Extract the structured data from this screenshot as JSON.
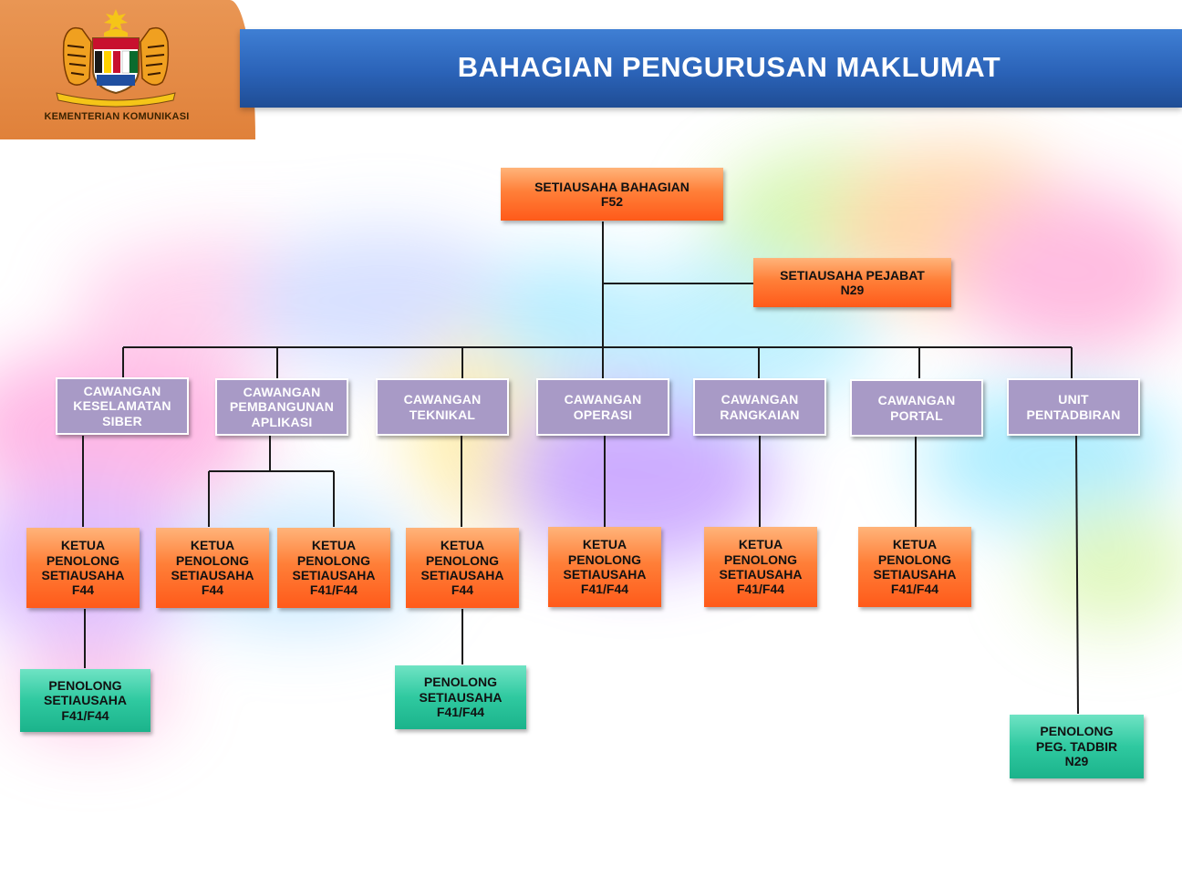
{
  "header": {
    "title": "BAHAGIAN PENGURUSAN MAKLUMAT",
    "ministry": "KEMENTERIAN KOMUNIKASI"
  },
  "colors": {
    "header": "#2b63b8",
    "crest_bg": "#e0813a",
    "orange_box": "#ff6a2a",
    "purple_box": "#a89ac6",
    "green_box": "#2fc9a0"
  },
  "org": {
    "head": "SETIAUSAHA BAHAGIAN\nF52",
    "office_secretary": "SETIAUSAHA PEJABAT\nN29",
    "branches": [
      {
        "name": "CAWANGAN\nKESELAMATAN\nSIBER",
        "posts": [
          "KETUA\nPENOLONG\nSETIAUSAHA\nF44"
        ],
        "assistant": "PENOLONG\nSETIAUSAHA\nF41/F44"
      },
      {
        "name": "CAWANGAN\nPEMBANGUNAN\nAPLIKASI",
        "posts": [
          "KETUA\nPENOLONG\nSETIAUSAHA\nF44",
          "KETUA\nPENOLONG\nSETIAUSAHA\nF41/F44"
        ]
      },
      {
        "name": "CAWANGAN\nTEKNIKAL",
        "posts": [
          "KETUA\nPENOLONG\nSETIAUSAHA\nF44"
        ],
        "assistant": "PENOLONG\nSETIAUSAHA\nF41/F44"
      },
      {
        "name": "CAWANGAN\nOPERASI",
        "posts": [
          "KETUA\nPENOLONG\nSETIAUSAHA\nF41/F44"
        ]
      },
      {
        "name": "CAWANGAN\nRANGKAIAN",
        "posts": [
          "KETUA\nPENOLONG\nSETIAUSAHA\nF41/F44"
        ]
      },
      {
        "name": "CAWANGAN\nPORTAL",
        "posts": [
          "KETUA\nPENOLONG\nSETIAUSAHA\nF41/F44"
        ]
      },
      {
        "name": "UNIT\nPENTADBIRAN",
        "assistant": "PENOLONG\nPEG. TADBIR\nN29"
      }
    ]
  }
}
